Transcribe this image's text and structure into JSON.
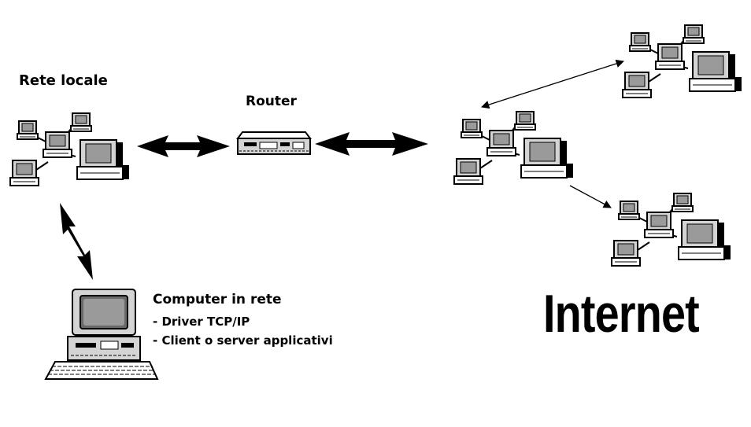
{
  "labels": {
    "lan": "Rete locale",
    "router": "Router",
    "computer_title": "Computer in rete",
    "computer_line1": "- Driver TCP/IP",
    "computer_line2": "- Client o server applicativi",
    "internet": "Internet"
  },
  "icons": {
    "lan_cluster": "lan-computers-icon",
    "router": "router-icon",
    "computer": "desktop-computer-icon",
    "internet_clusters": "network-cluster-icon"
  },
  "colors": {
    "ink": "#000000",
    "screen": "#9a9a9a",
    "body": "#d4d4d4",
    "background": "#ffffff"
  }
}
